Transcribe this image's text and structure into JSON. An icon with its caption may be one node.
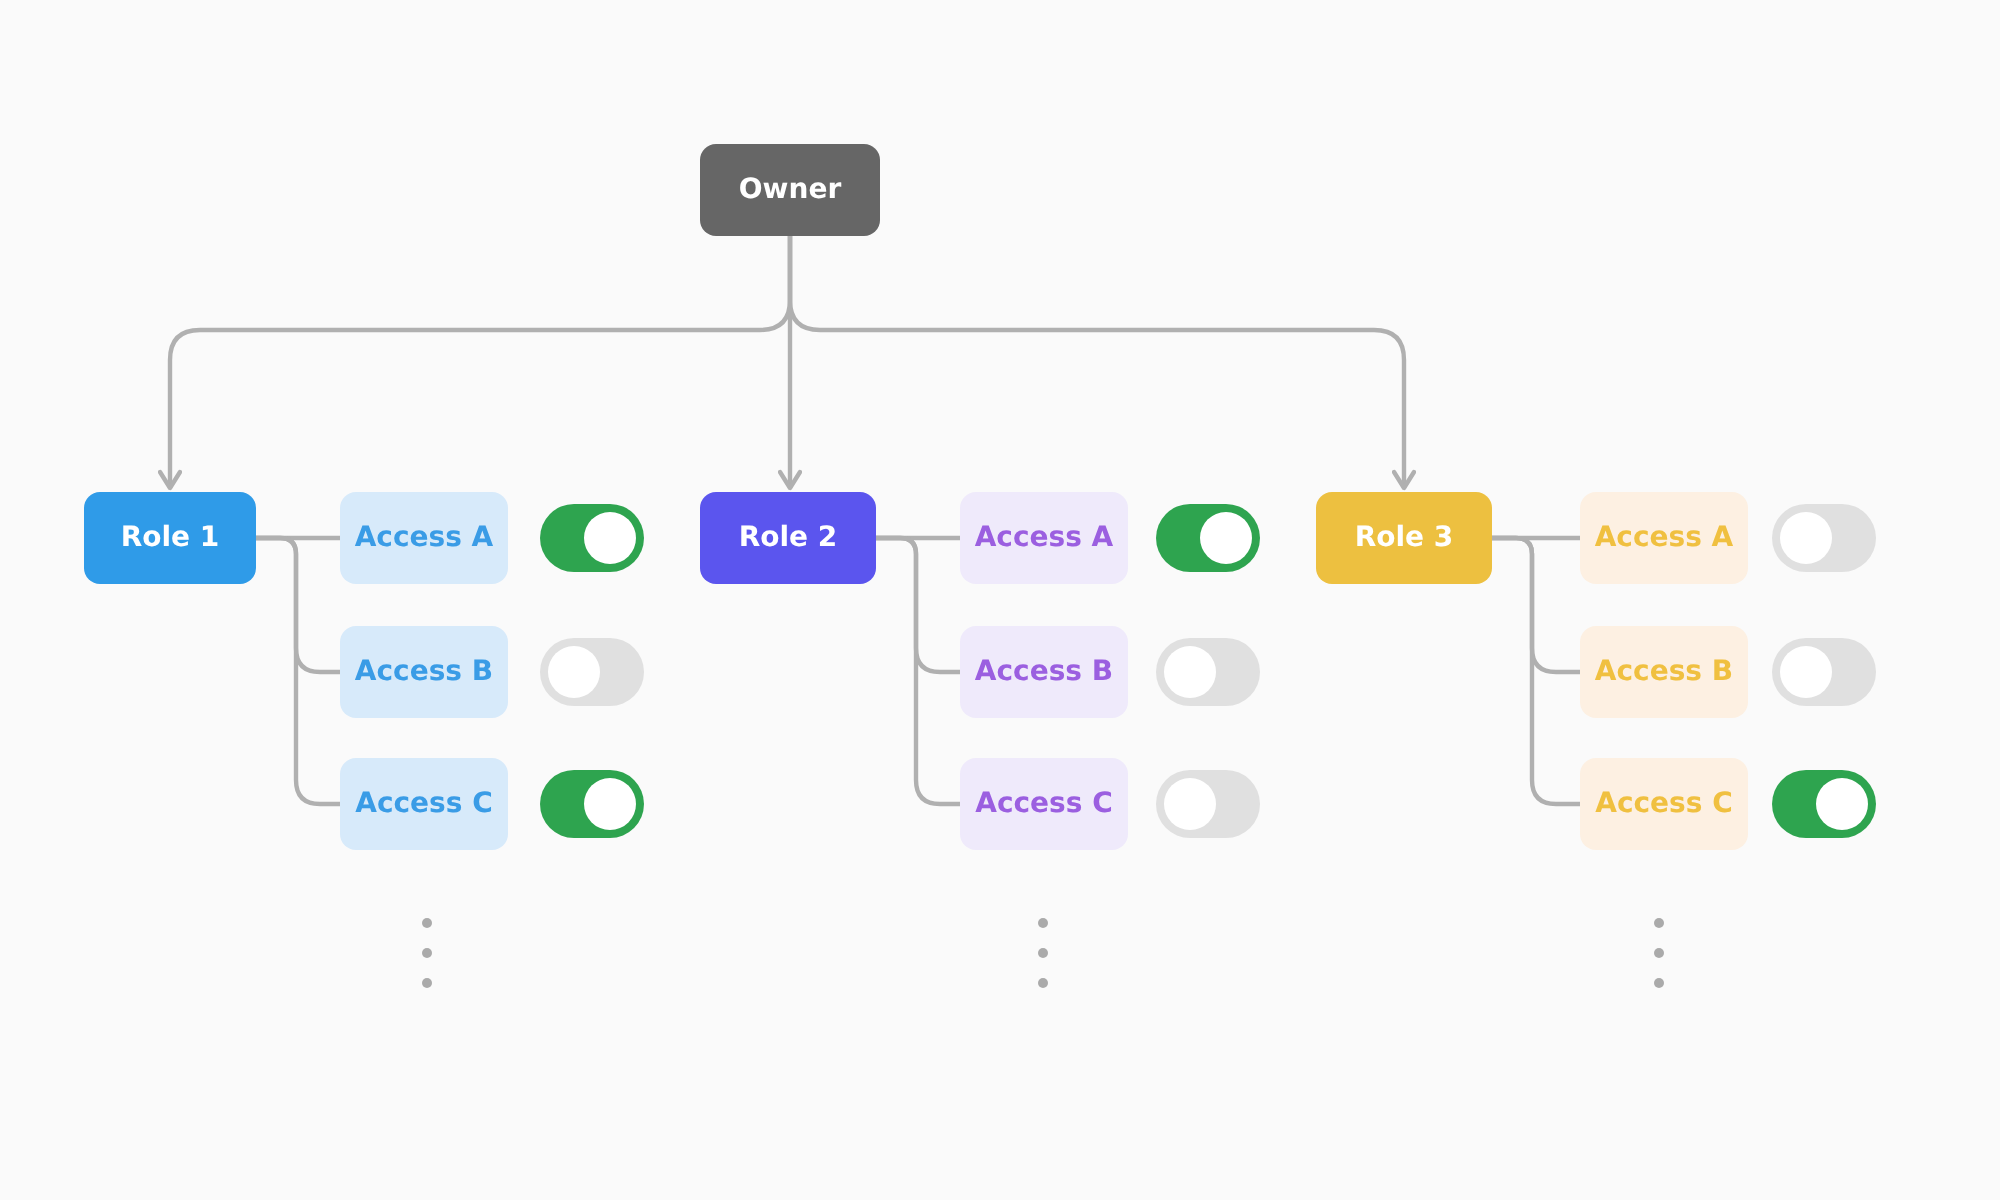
{
  "diagram": {
    "nodes": [
      {
        "text": [
          "Owner"
        ]
      },
      {
        "text": [
          "Role 1"
        ]
      },
      {
        "text": [
          "Role 2"
        ]
      },
      {
        "text": [
          "Role 3"
        ]
      },
      {
        "text": [
          "Access A"
        ]
      },
      {
        "text": [],
        "shape": "toggle-on"
      },
      {
        "text": [
          "Access B"
        ]
      },
      {
        "text": [],
        "shape": "toggle-off"
      },
      {
        "text": [
          "Access C"
        ]
      },
      {
        "text": [],
        "shape": "toggle-on"
      },
      {
        "text": [
          "Access A"
        ]
      },
      {
        "text": [],
        "shape": "toggle-on"
      },
      {
        "text": [
          "Access B"
        ]
      },
      {
        "text": [],
        "shape": "toggle-off"
      },
      {
        "text": [
          "Access C"
        ]
      },
      {
        "text": [],
        "shape": "toggle-off"
      },
      {
        "text": [
          "Access A"
        ]
      },
      {
        "text": [],
        "shape": "toggle-off"
      },
      {
        "text": [
          "Access B"
        ]
      },
      {
        "text": [],
        "shape": "toggle-off"
      },
      {
        "text": [
          "Access C"
        ]
      },
      {
        "text": [],
        "shape": "toggle-on"
      }
    ],
    "edges": [
      {
        "from": 0,
        "to": 1,
        "arrow": "to"
      },
      {
        "from": 0,
        "to": 2,
        "arrow": "to"
      },
      {
        "from": 0,
        "to": 3,
        "arrow": "to"
      },
      {
        "from": 1,
        "to": 4,
        "arrow": "none"
      },
      {
        "from": 1,
        "to": 6,
        "arrow": "none"
      },
      {
        "from": 1,
        "to": 8,
        "arrow": "none"
      },
      {
        "from": 2,
        "to": 10,
        "arrow": "none"
      },
      {
        "from": 2,
        "to": 12,
        "arrow": "none"
      },
      {
        "from": 2,
        "to": 14,
        "arrow": "none"
      },
      {
        "from": 3,
        "to": 16,
        "arrow": "none"
      },
      {
        "from": 3,
        "to": 18,
        "arrow": "none"
      },
      {
        "from": 3,
        "to": 20,
        "arrow": "none"
      }
    ]
  }
}
